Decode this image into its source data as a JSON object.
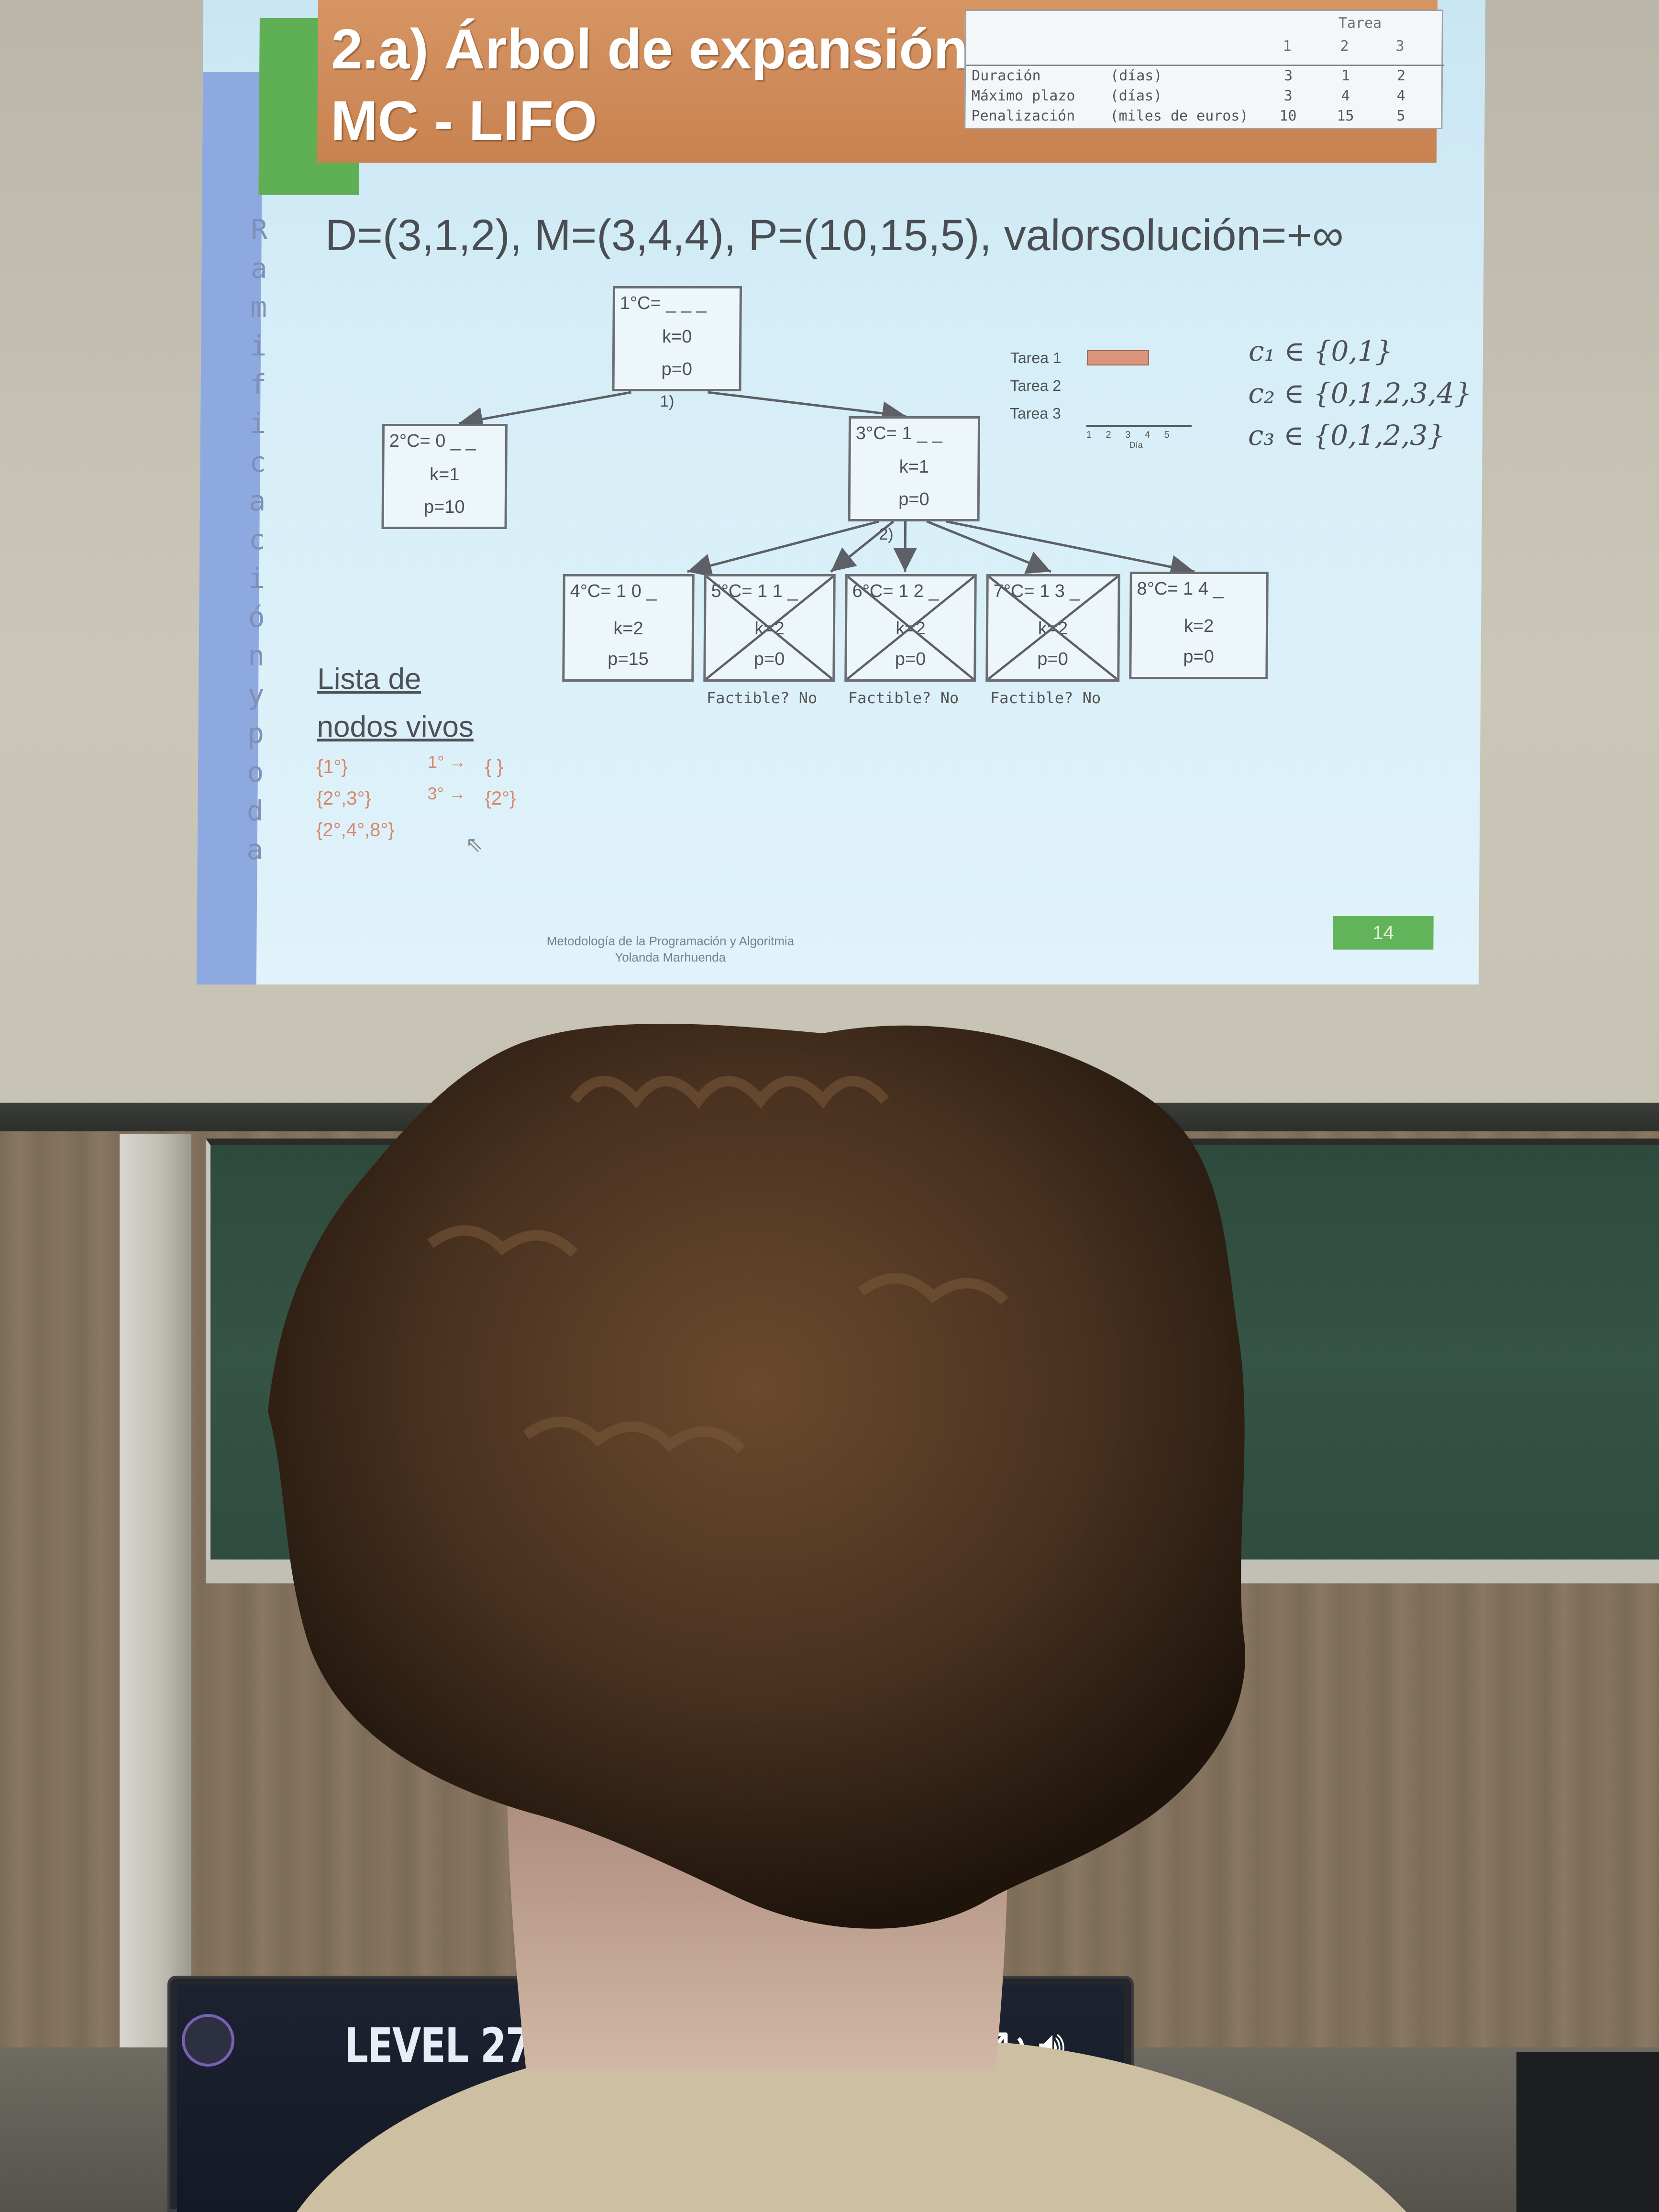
{
  "slide": {
    "title_line1": "2.a) Árbol de expansión",
    "title_line2": "MC - LIFO",
    "sidebar_text": "RamificaciónYPoda",
    "formula": "D=(3,1,2), M=(3,4,4), P=(10,15,5),  valorsolución=+∞",
    "table": {
      "header": "Tarea",
      "columns": [
        "1",
        "2",
        "3"
      ],
      "rows": [
        {
          "label": "Duración",
          "unit": "(días)",
          "values": [
            "3",
            "1",
            "2"
          ]
        },
        {
          "label": "Máximo plazo",
          "unit": "(días)",
          "values": [
            "3",
            "4",
            "4"
          ]
        },
        {
          "label": "Penalización",
          "unit": "(miles de euros)",
          "values": [
            "10",
            "15",
            "5"
          ]
        }
      ]
    },
    "nodes": [
      {
        "id": "n1",
        "c": "1°C= _ _ _",
        "k": "k=0",
        "p": "p=0",
        "crossed": false
      },
      {
        "id": "n2",
        "c": "2°C= 0 _ _",
        "k": "k=1",
        "p": "p=10",
        "crossed": false
      },
      {
        "id": "n3",
        "c": "3°C= 1 _ _",
        "k": "k=1",
        "p": "p=0",
        "crossed": false
      },
      {
        "id": "n4",
        "c": "4°C= 1 0 _",
        "k": "k=2",
        "p": "p=15",
        "crossed": false
      },
      {
        "id": "n5",
        "c": "5°C= 1 1 _",
        "k": "k=2",
        "p": "p=0",
        "crossed": true
      },
      {
        "id": "n6",
        "c": "6°C= 1 2 _",
        "k": "k=2",
        "p": "p=0",
        "crossed": true
      },
      {
        "id": "n7",
        "c": "7°C= 1 3 _",
        "k": "k=2",
        "p": "p=0",
        "crossed": true
      },
      {
        "id": "n8",
        "c": "8°C= 1 4 _",
        "k": "k=2",
        "p": "p=0",
        "crossed": false
      }
    ],
    "edge_labels": [
      "1)",
      "2)"
    ],
    "feasible": [
      "Factible? No",
      "Factible? No",
      "Factible? No"
    ],
    "legend": {
      "tasks": [
        "Tarea 1",
        "Tarea 2",
        "Tarea 3"
      ],
      "axis_numbers": "1 2 3 4 5",
      "axis_title": "Día"
    },
    "domains": [
      "c₁ ∈ {0,1}",
      "c₂ ∈ {0,1,2,3,4}",
      "c₃ ∈ {0,1,2,3}"
    ],
    "live_nodes": {
      "title_line1": "Lista de",
      "title_line2": "nodos vivos",
      "steps": [
        "{1°}",
        "{2°,3°}",
        "{2°,4°,8°}"
      ],
      "arrows": [
        "1°",
        "3°"
      ],
      "results": [
        "{ }",
        "{2°}"
      ]
    },
    "footer_line1": "Metodología de la Programación y Algoritmia",
    "footer_line2": "Yolanda Marhuenda",
    "page_number": "14"
  },
  "laptop": {
    "level_text": "LEVEL 27",
    "restart_icon": "restart-icon",
    "sound_icon": "sound-icon"
  },
  "colors": {
    "slide_bg": "#d6eef8",
    "title_band": "#c88250",
    "sidebar": "#8ea9e0",
    "accent_green": "#5fb055",
    "live_list": "#d7876b"
  }
}
